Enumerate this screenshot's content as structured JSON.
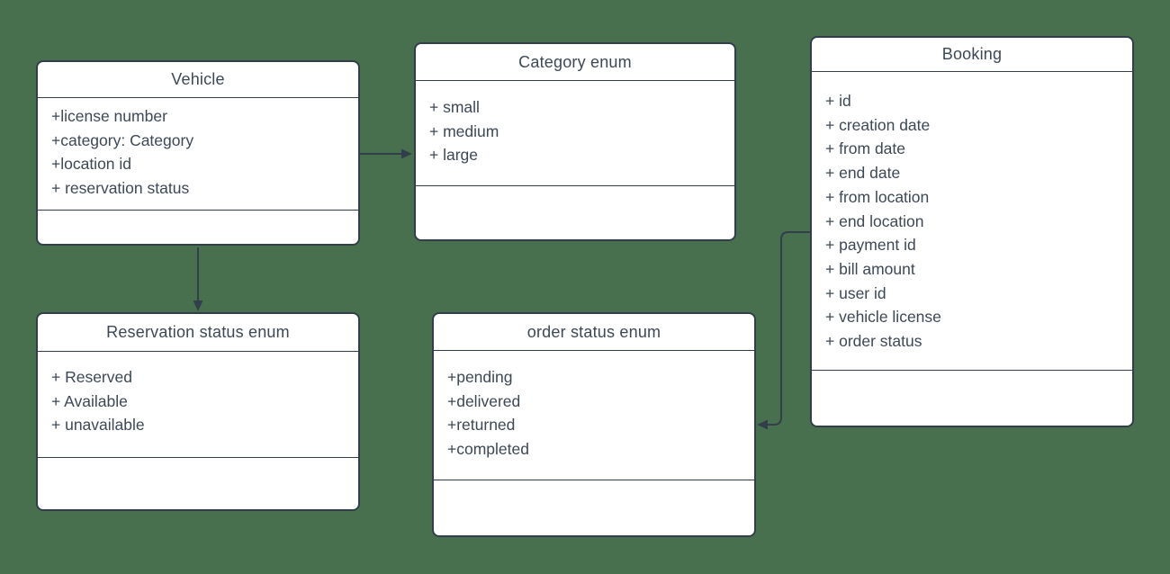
{
  "theme": {
    "background": "#48704F",
    "line": "#323e4a",
    "text": "#3d4857",
    "fill": "#ffffff"
  },
  "entities": {
    "vehicle": {
      "title": "Vehicle",
      "attributes": [
        "+license number",
        "+category: Category",
        "+location id",
        "+ reservation status"
      ]
    },
    "category_enum": {
      "title": "Category enum",
      "attributes": [
        "+ small",
        "+ medium",
        "+ large"
      ]
    },
    "booking": {
      "title": "Booking",
      "attributes": [
        "+ id",
        "+ creation date",
        "+ from date",
        "+ end date",
        "+ from location",
        "+ end location",
        "+ payment id",
        "+ bill amount",
        "+ user id",
        "+ vehicle license",
        "+ order status"
      ]
    },
    "reservation_status_enum": {
      "title": "Reservation status enum",
      "attributes": [
        "+ Reserved",
        "+ Available",
        "+ unavailable"
      ]
    },
    "order_status_enum": {
      "title": "order status enum",
      "attributes": [
        "+pending",
        "+delivered",
        "+returned",
        "+completed"
      ]
    }
  },
  "connectors": [
    {
      "from": "Vehicle",
      "to": "Category enum",
      "style": "solid-arrow"
    },
    {
      "from": "Vehicle",
      "to": "Reservation status enum",
      "style": "solid-arrow"
    },
    {
      "from": "Booking",
      "to": "order status enum",
      "style": "solid-arrow"
    }
  ]
}
